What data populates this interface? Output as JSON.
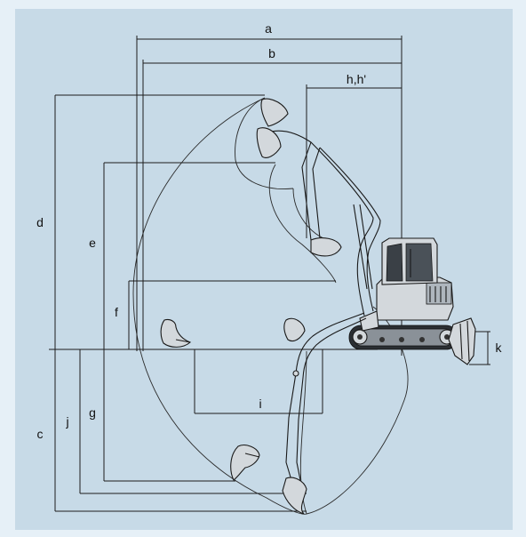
{
  "background_color": "#e6f0f7",
  "panel_color": "#c7dae7",
  "line_color": "#1c1c1c",
  "dimension_labels": {
    "a": "a",
    "b": "b",
    "hh": "h,h'",
    "d": "d",
    "e": "e",
    "f": "f",
    "i": "i",
    "c": "c",
    "j": "j",
    "g": "g",
    "k": "k"
  }
}
